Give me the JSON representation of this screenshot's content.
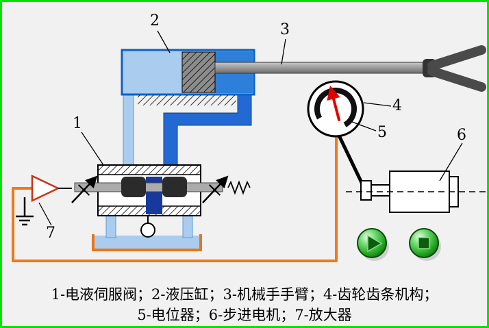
{
  "frame": {
    "border_color": "#00E400",
    "background": "#F1F1F1"
  },
  "labels": {
    "l1": "1",
    "l2": "2",
    "l3": "3",
    "l4": "4",
    "l5": "5",
    "l6": "6",
    "l7": "7"
  },
  "caption": {
    "line1": "1-电液伺服阀；2-液压缸；3-机械手手臂；4-齿轮齿条机构；",
    "line2": "5-电位器；6-步进电机；7-放大器"
  },
  "controls": {
    "play_icon": "play-triangle",
    "stop_icon": "stop-square"
  },
  "colors": {
    "wire_orange": "#F07818",
    "pipe_light_blue": "#A9CCEF",
    "pipe_dark_blue": "#2269D3",
    "cylinder_outline": "#0B62C4",
    "needle_red": "#E00000",
    "button_green": "#22A822",
    "amplifier_outline": "#CC3311",
    "tank_outline": "#E8761A"
  }
}
